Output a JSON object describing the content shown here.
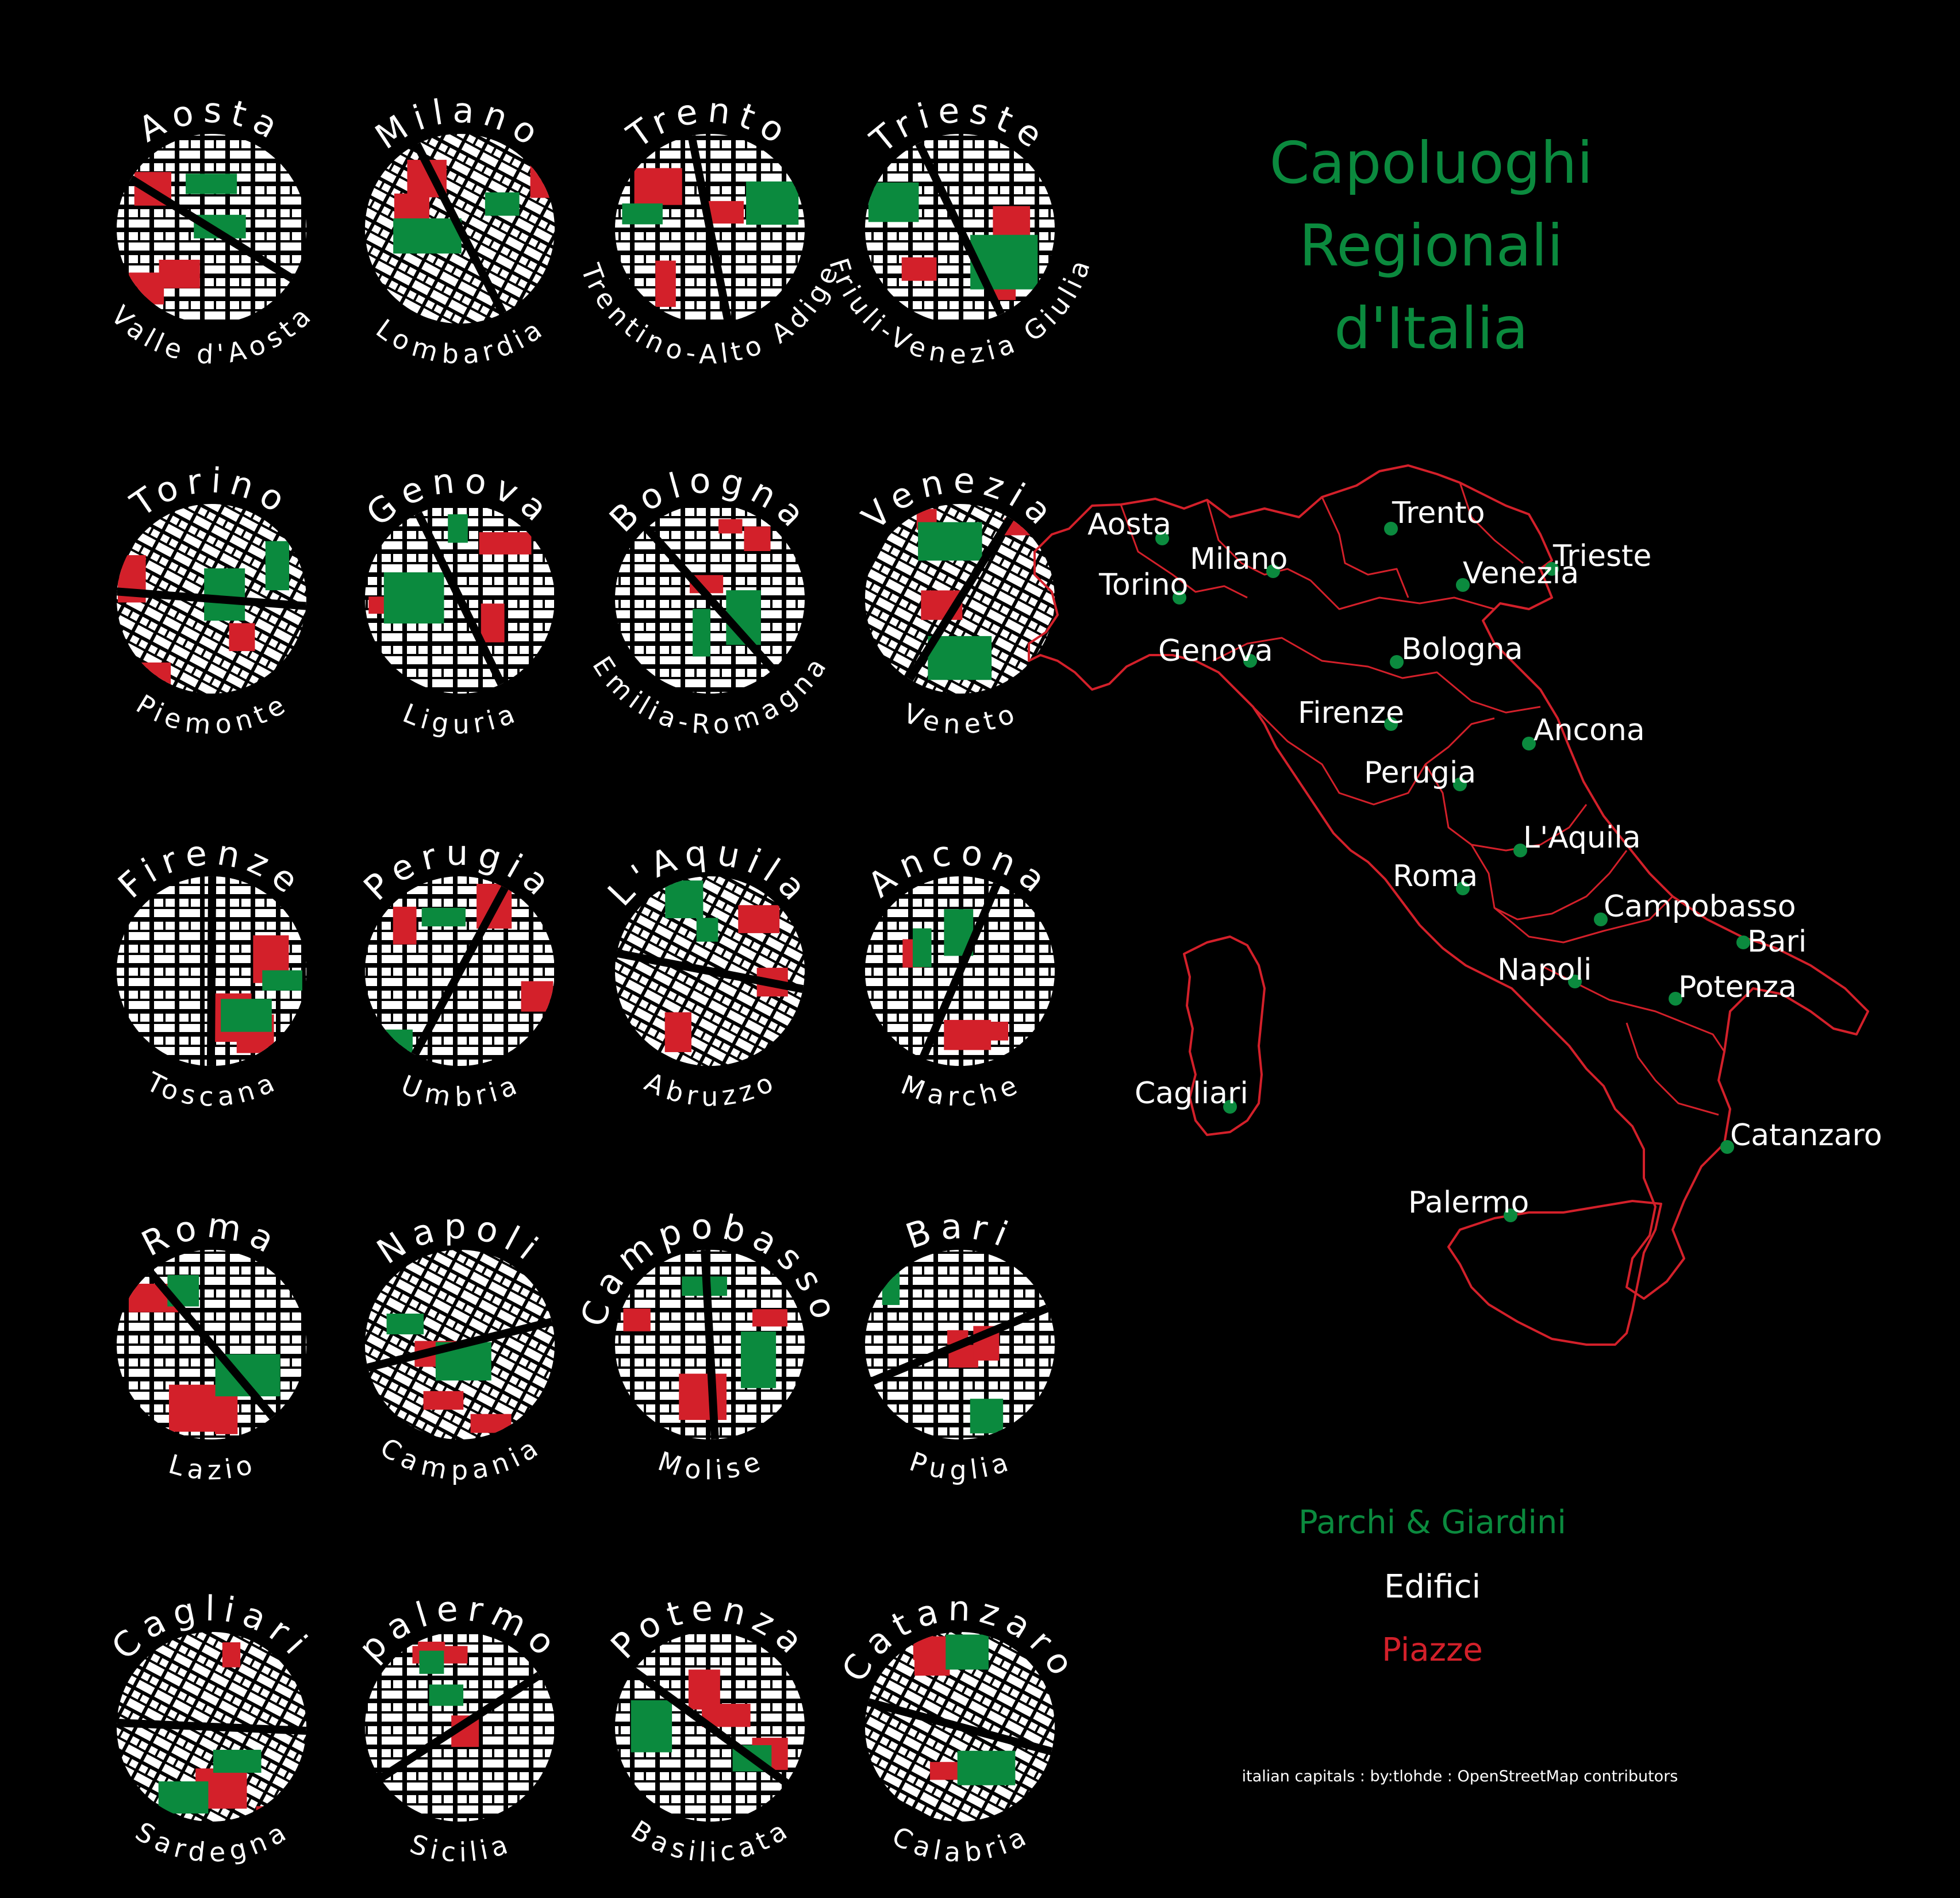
{
  "title": {
    "lines": [
      "Capoluoghi",
      "Regionali",
      "d'Italia"
    ],
    "color": "#0b8a3e"
  },
  "colors": {
    "parks": "#0b8a3e",
    "buildings": "#ffffff",
    "squares": "#d3202a",
    "background": "#000000",
    "borders": "#d3202a"
  },
  "legend": {
    "parks": "Parchi & Giardini",
    "buildings": "Edifici",
    "squares": "Piazze"
  },
  "attribution": "italian capitals : by:tlohde : OpenStreetMap contributors",
  "cities": [
    {
      "city": "Aosta",
      "region": "Valle d'Aosta"
    },
    {
      "city": "Milano",
      "region": "Lombardia"
    },
    {
      "city": "Trento",
      "region": "Trentino-Alto Adige"
    },
    {
      "city": "Trieste",
      "region": "Friuli-Venezia Giulia"
    },
    {
      "city": "Torino",
      "region": "Piemonte"
    },
    {
      "city": "Genova",
      "region": "Liguria"
    },
    {
      "city": "Bologna",
      "region": "Emilia-Romagna"
    },
    {
      "city": "Venezia",
      "region": "Veneto"
    },
    {
      "city": "Firenze",
      "region": "Toscana"
    },
    {
      "city": "Perugia",
      "region": "Umbria"
    },
    {
      "city": "L'Aquila",
      "region": "Abruzzo"
    },
    {
      "city": "Ancona",
      "region": "Marche"
    },
    {
      "city": "Roma",
      "region": "Lazio"
    },
    {
      "city": "Napoli",
      "region": "Campania"
    },
    {
      "city": "Campobasso",
      "region": "Molise"
    },
    {
      "city": "Bari",
      "region": "Puglia"
    },
    {
      "city": "Cagliari",
      "region": "Sardegna"
    },
    {
      "city": "palermo",
      "region": "Sicilia"
    },
    {
      "city": "Potenza",
      "region": "Basilicata"
    },
    {
      "city": "Catanzaro",
      "region": "Calabria"
    }
  ],
  "map_labels": [
    "Aosta",
    "Trento",
    "Milano",
    "Trieste",
    "Torino",
    "Venezia",
    "Genova",
    "Bologna",
    "Firenze",
    "Ancona",
    "Perugia",
    "L'Aquila",
    "Roma",
    "Campobasso",
    "Bari",
    "Napoli",
    "Potenza",
    "Cagliari",
    "Catanzaro",
    "Palermo"
  ]
}
